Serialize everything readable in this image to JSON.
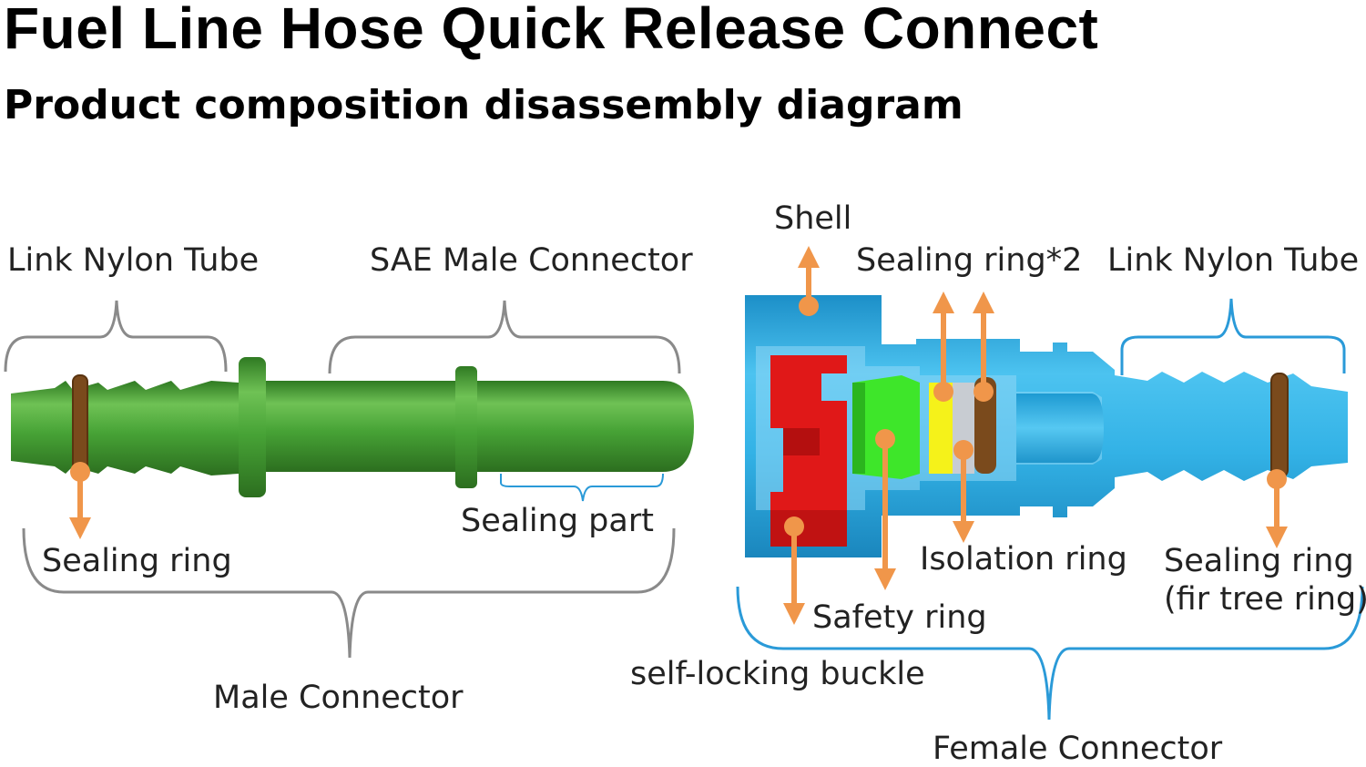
{
  "title": "Fuel Line Hose Quick Release Connect",
  "subtitle": "Product composition disassembly diagram",
  "male_connector": {
    "label": "Male Connector",
    "link_nylon_tube": "Link Nylon Tube",
    "sae_male_connector": "SAE Male Connector",
    "sealing_ring": "Sealing ring",
    "sealing_part": "Sealing part",
    "color": "#3f8f2f"
  },
  "female_connector": {
    "label": "Female Connector",
    "shell": "Shell",
    "sealing_ring_x2": "Sealing ring*2",
    "link_nylon_tube": "Link Nylon Tube",
    "isolation_ring": "Isolation ring",
    "safety_ring": "Safety ring",
    "self_locking_buckle": "self-locking buckle",
    "sealing_ring_line1": "Sealing ring",
    "sealing_ring_line2": "(fir tree ring)",
    "color": "#2aa6dd"
  },
  "colors": {
    "arrow": "#f0964a",
    "bracket_gray": "#8a8a8a",
    "bracket_blue": "#2a9ad8",
    "buckle_red": "#e01818",
    "safety_green": "#3ee62a",
    "isolation_yellow": "#f5f21a",
    "ring_brown": "#7a4a1c"
  }
}
